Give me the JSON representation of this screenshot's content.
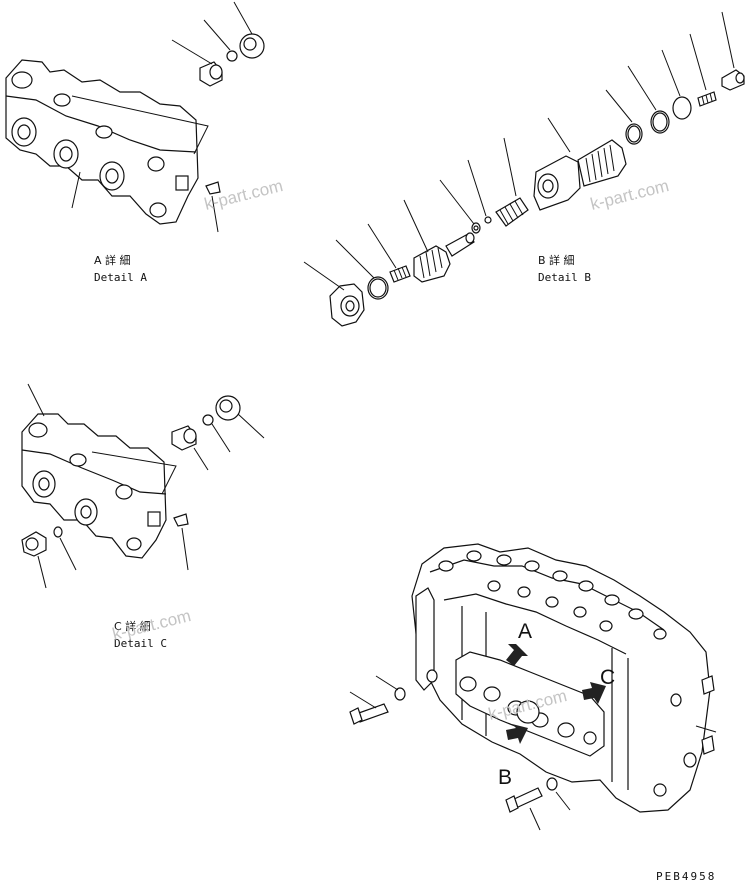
{
  "detail_a": {
    "title_jp": "A 詳 細",
    "title_en": "Detail A"
  },
  "detail_b": {
    "title_jp": "B 詳 細",
    "title_en": "Detail B"
  },
  "detail_c": {
    "title_jp": "C 詳 細",
    "title_en": "Detail C"
  },
  "callouts": {
    "a": "A",
    "b": "B",
    "c": "C"
  },
  "watermark": "k-part.com",
  "drawing_number": "PEB4958"
}
